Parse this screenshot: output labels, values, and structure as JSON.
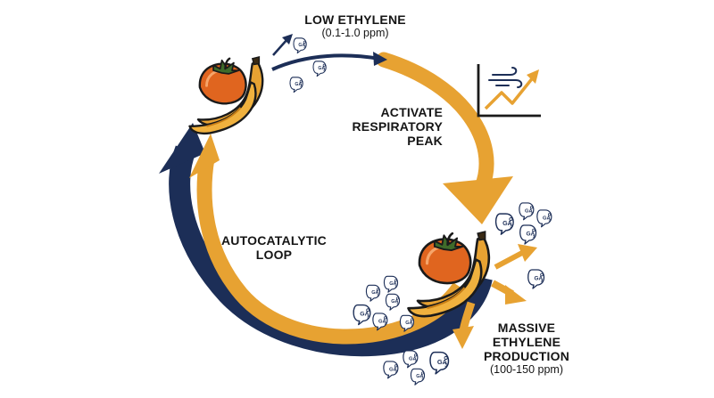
{
  "labels": {
    "low_ethylene_title": "LOW ETHYLENE",
    "low_ethylene_range": "(0.1-1.0 ppm)",
    "respiratory_line1": "ACTIVATE",
    "respiratory_line2": "RESPIRATORY",
    "respiratory_line3": "PEAK",
    "loop_line1": "AUTOCATALYTIC",
    "loop_line2": "LOOP",
    "production_line1": "MASSIVE",
    "production_line2": "ETHYLENE",
    "production_line3": "PRODUCTION",
    "production_range": "(100-150 ppm)"
  },
  "bubble_text": "GA",
  "bubble_subscript": "3",
  "icons": [
    "tomato-icon",
    "banana-icon",
    "respiration-chart-icon",
    "wind-icon",
    "gas-bubble-icon"
  ],
  "colors": {
    "navy": "#1c2e57",
    "orange": "#e7a232",
    "orange_dark": "#c97f16",
    "tomato": "#e0651f",
    "leaf": "#3f6b2a",
    "outline": "#1a1a1a"
  }
}
